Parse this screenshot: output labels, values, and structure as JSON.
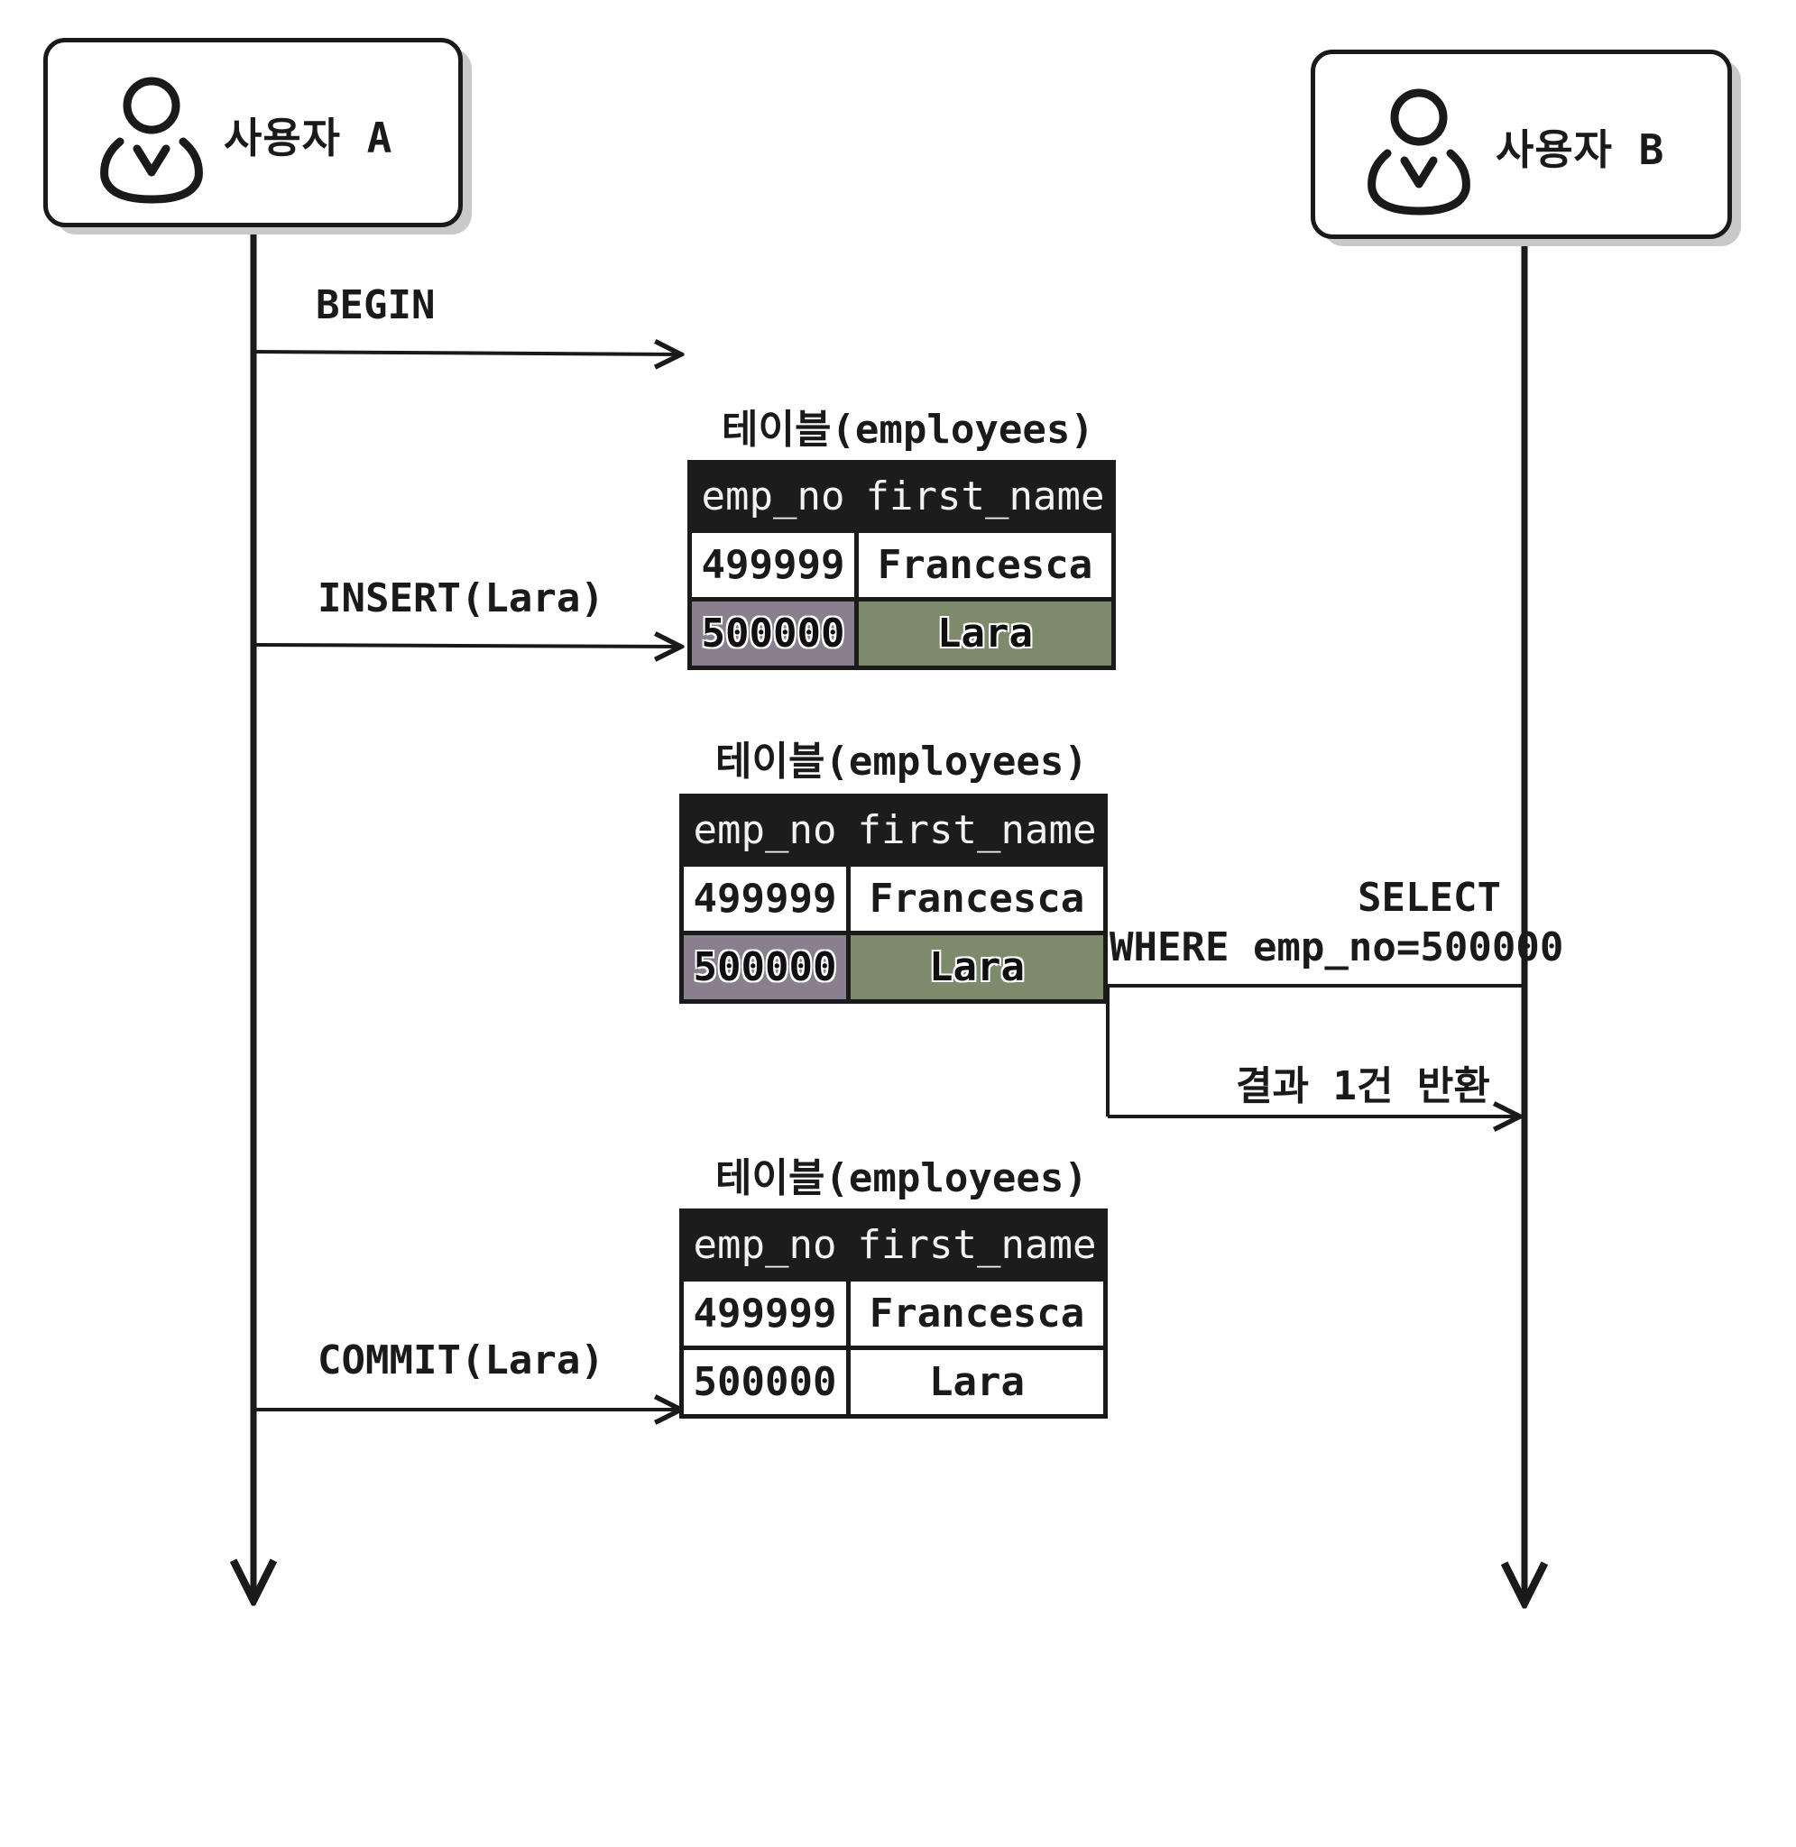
{
  "actors": {
    "a": {
      "label": "사용자 A",
      "icon": "user-icon"
    },
    "b": {
      "label": "사용자 B",
      "icon": "user-icon"
    }
  },
  "messages": {
    "begin": "BEGIN",
    "insert": "INSERT(Lara)",
    "select_line1": "SELECT",
    "select_line2": "WHERE emp_no=500000",
    "result": "결과 1건 반환",
    "commit": "COMMIT(Lara)"
  },
  "tables": [
    {
      "title": "테이블(employees)",
      "headers": [
        "emp_no",
        "first_name"
      ],
      "rows": [
        {
          "cells": [
            "499999",
            "Francesca"
          ],
          "state": "committed"
        },
        {
          "cells": [
            "500000",
            "Lara"
          ],
          "state": "uncommitted"
        }
      ]
    },
    {
      "title": "테이블(employees)",
      "headers": [
        "emp_no",
        "first_name"
      ],
      "rows": [
        {
          "cells": [
            "499999",
            "Francesca"
          ],
          "state": "committed"
        },
        {
          "cells": [
            "500000",
            "Lara"
          ],
          "state": "uncommitted"
        }
      ]
    },
    {
      "title": "테이블(employees)",
      "headers": [
        "emp_no",
        "first_name"
      ],
      "rows": [
        {
          "cells": [
            "499999",
            "Francesca"
          ],
          "state": "committed"
        },
        {
          "cells": [
            "500000",
            "Lara"
          ],
          "state": "committed"
        }
      ]
    }
  ],
  "colors": {
    "ink": "#1a1a1a",
    "header_bg": "#1c1c1c",
    "uncommitted_row": "#8a7f8f"
  }
}
